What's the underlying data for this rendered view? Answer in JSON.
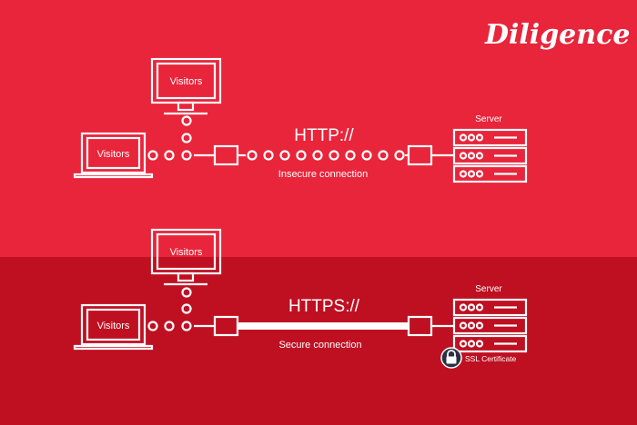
{
  "brand": {
    "logo_text": "Diligence"
  },
  "colors": {
    "top_background": "#e8253b",
    "bottom_background": "#bf1022",
    "foreground": "#ffffff",
    "lock_badge": "#2a2f45"
  },
  "http_section": {
    "monitor_label": "Visitors",
    "laptop_label": "Visitors",
    "protocol_label": "HTTP://",
    "connection_caption": "Insecure connection",
    "server_label": "Server"
  },
  "https_section": {
    "monitor_label": "Visitors",
    "laptop_label": "Visitors",
    "protocol_label": "HTTPS://",
    "connection_caption": "Secure connection",
    "server_label": "Server",
    "certificate_label": "SSL Certificate",
    "certificate_icon": "lock-icon"
  }
}
